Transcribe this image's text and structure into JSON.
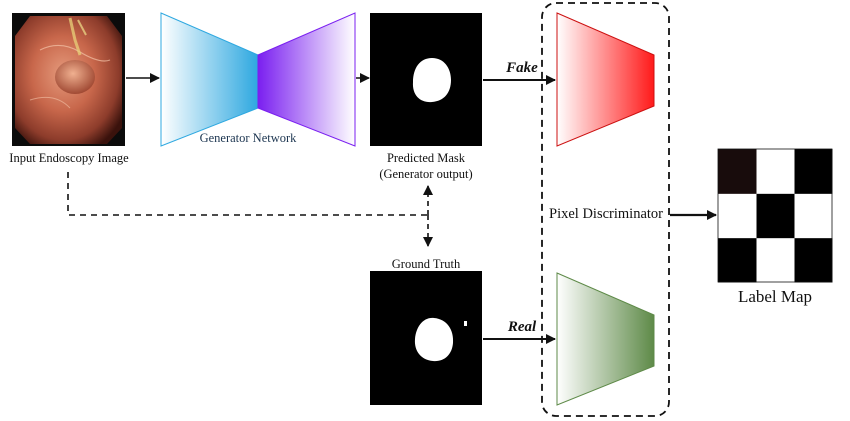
{
  "labels": {
    "input": "Input Endoscopy Image",
    "generator": "Generator Network",
    "predicted_line1": "Predicted Mask",
    "predicted_line2": "(Generator output)",
    "ground_truth": "Ground Truth",
    "discriminator": "Pixel Discriminator",
    "label_map": "Label Map",
    "fake": "Fake",
    "real": "Real"
  },
  "colors": {
    "generator_left": "#2ea8e0",
    "generator_right": "#7a1ff0",
    "disc_fake": "#ff1a1a",
    "disc_real": "#5e8a48",
    "arrow": "#111111"
  },
  "label_map_grid": [
    [
      1,
      0,
      1
    ],
    [
      0,
      1,
      0
    ],
    [
      1,
      0,
      1
    ]
  ]
}
